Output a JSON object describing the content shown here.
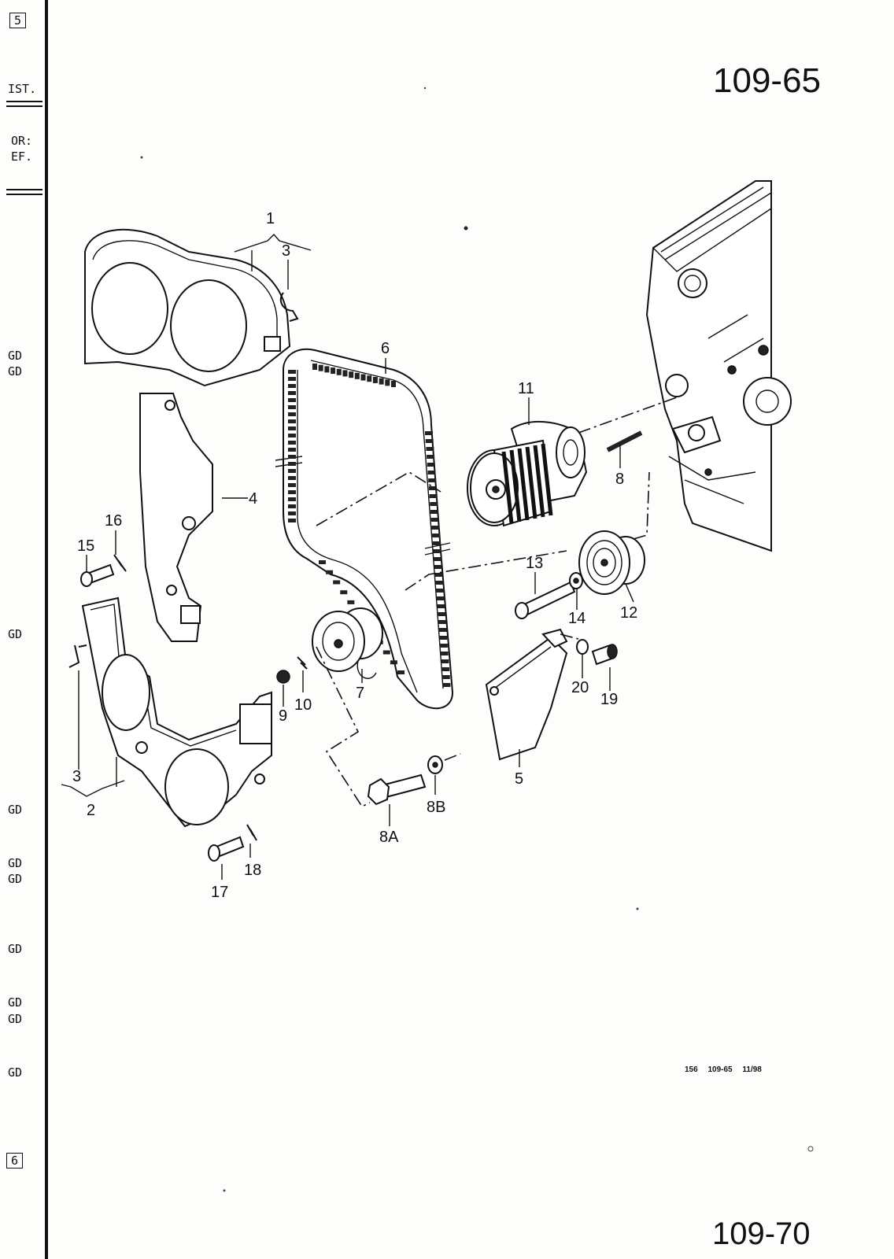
{
  "page": {
    "top_tab": "5",
    "bottom_tab": "6",
    "page_number": "109-65",
    "next_page_number": "109-70",
    "footer": {
      "code": "156",
      "ref": "109-65",
      "date": "11/98"
    }
  },
  "margin": {
    "header": [
      "IST.",
      "OR:",
      "EF."
    ],
    "labels": [
      "GD",
      "GD",
      "GD",
      "GD",
      "GD",
      "GD",
      "GD",
      "GD",
      "GD",
      "GD"
    ]
  },
  "callouts": [
    "1",
    "3",
    "6",
    "11",
    "4",
    "8",
    "16",
    "15",
    "13",
    "12",
    "14",
    "20",
    "19",
    "9",
    "10",
    "7",
    "3",
    "2",
    "5",
    "8B",
    "8A",
    "18",
    "17"
  ]
}
